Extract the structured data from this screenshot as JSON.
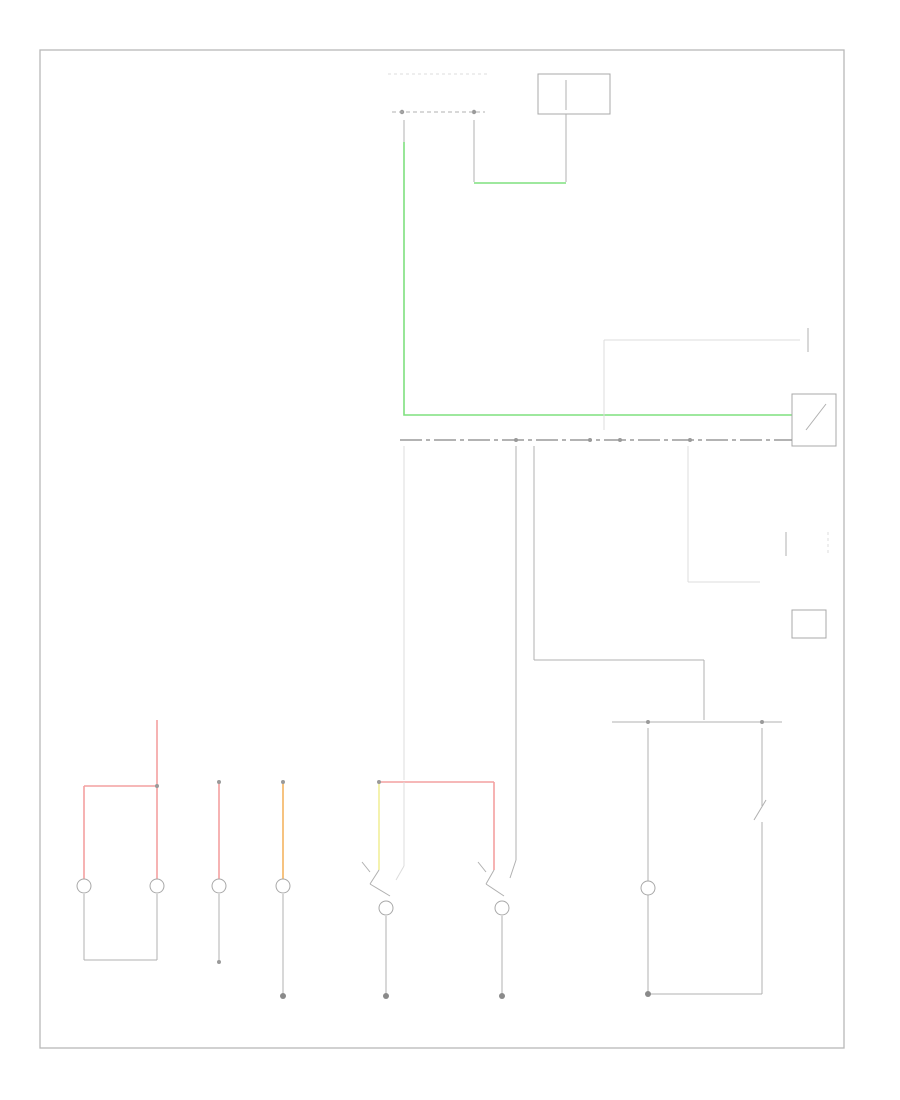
{
  "diagram": {
    "footer_code": "",
    "wire_colors": {
      "power_feed": "#7fe07f",
      "lamp_feed": "#f4a0a0",
      "alt_feed_a": "#f2ee9a",
      "alt_feed_b": "#f4b460",
      "default": "#b0b0b0"
    },
    "components": [
      {
        "name": "junction-block-top-left",
        "icon": "connector-icon"
      },
      {
        "name": "fuse-box-top-right",
        "icon": "fuse-icon"
      },
      {
        "name": "switch-right",
        "icon": "switch-icon"
      },
      {
        "name": "control-unit-right",
        "icon": "module-icon"
      },
      {
        "name": "lamp-1",
        "icon": "bulb-icon"
      },
      {
        "name": "lamp-2",
        "icon": "bulb-icon"
      },
      {
        "name": "lamp-3",
        "icon": "bulb-icon"
      },
      {
        "name": "lamp-4",
        "icon": "bulb-icon"
      },
      {
        "name": "lamp-5",
        "icon": "bulb-icon"
      },
      {
        "name": "lamp-6",
        "icon": "bulb-icon"
      },
      {
        "name": "lamp-7",
        "icon": "bulb-icon"
      },
      {
        "name": "switch-bottom-right",
        "icon": "switch-icon"
      }
    ]
  }
}
